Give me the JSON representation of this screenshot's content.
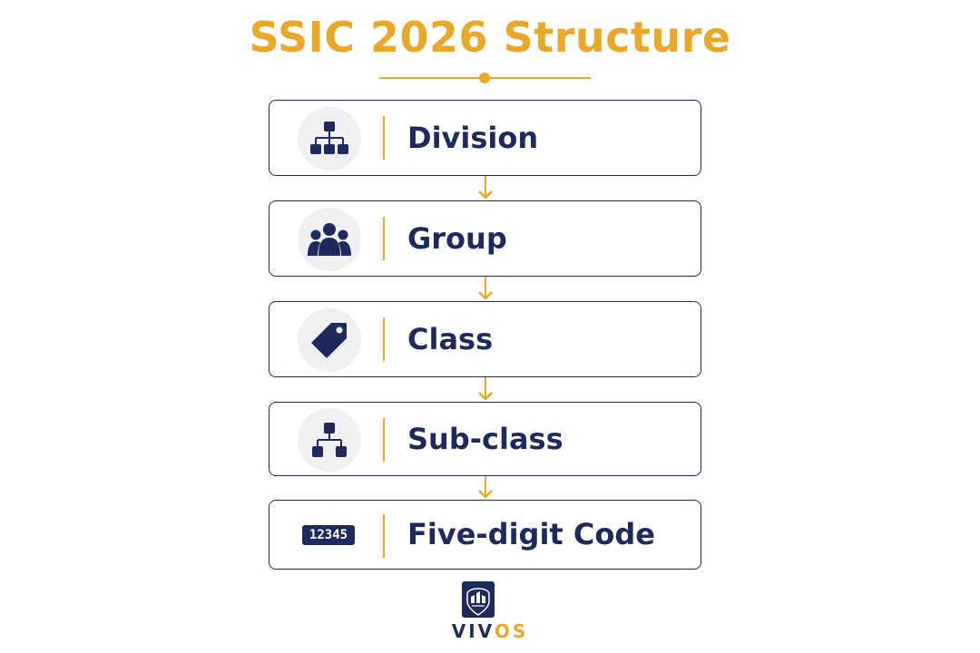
{
  "title": "SSIC 2026 Structure",
  "colors": {
    "accent": "#E8A92B",
    "navy": "#1F2A5C",
    "icon_bg": "#F0F0F2"
  },
  "levels": [
    {
      "label": "Division",
      "icon": "hierarchy-icon"
    },
    {
      "label": "Group",
      "icon": "people-group-icon"
    },
    {
      "label": "Class",
      "icon": "tag-icon"
    },
    {
      "label": "Sub-class",
      "icon": "hierarchy-small-icon"
    },
    {
      "label": "Five-digit Code",
      "icon": "code-badge",
      "badge_text": "12345"
    }
  ],
  "brand": {
    "part1": "VIV",
    "part2": "OS"
  }
}
